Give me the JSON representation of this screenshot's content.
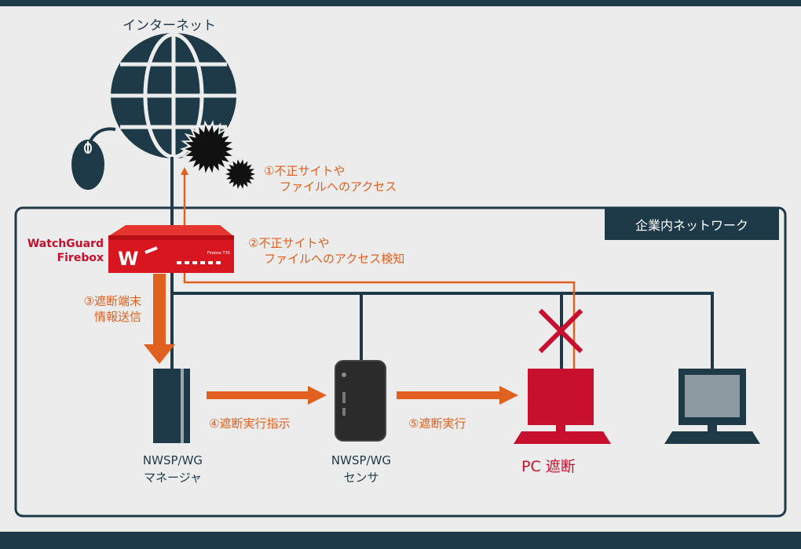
{
  "internet_label": "インターネット",
  "network_label": "企業内ネットワーク",
  "firebox_label": [
    "WatchGuard",
    "Firebox"
  ],
  "firebox_model": "Firebox T35",
  "steps": {
    "s1": [
      "①不正サイトや",
      "ファイルへのアクセス"
    ],
    "s2": [
      "②不正サイトや",
      "ファイルへのアクセス検知"
    ],
    "s3": [
      "③遮断端末",
      "情報送信"
    ],
    "s4": "④遮断実行指示",
    "s5": "⑤遮断実行"
  },
  "manager_label": [
    "NWSP/WG",
    "マネージャ"
  ],
  "sensor_label": [
    "NWSP/WG",
    "センサ"
  ],
  "pc_blocked_label": "PC 遮断",
  "colors": {
    "dark": "#1e3a48",
    "orange": "#e0601f",
    "red": "#c8102e",
    "background": "#ececec"
  },
  "icons": [
    "globe-icon",
    "mouse-icon",
    "virus-icon",
    "server-icon",
    "sensor-device-icon",
    "pc-icon",
    "laptop-icon",
    "block-x-icon"
  ]
}
